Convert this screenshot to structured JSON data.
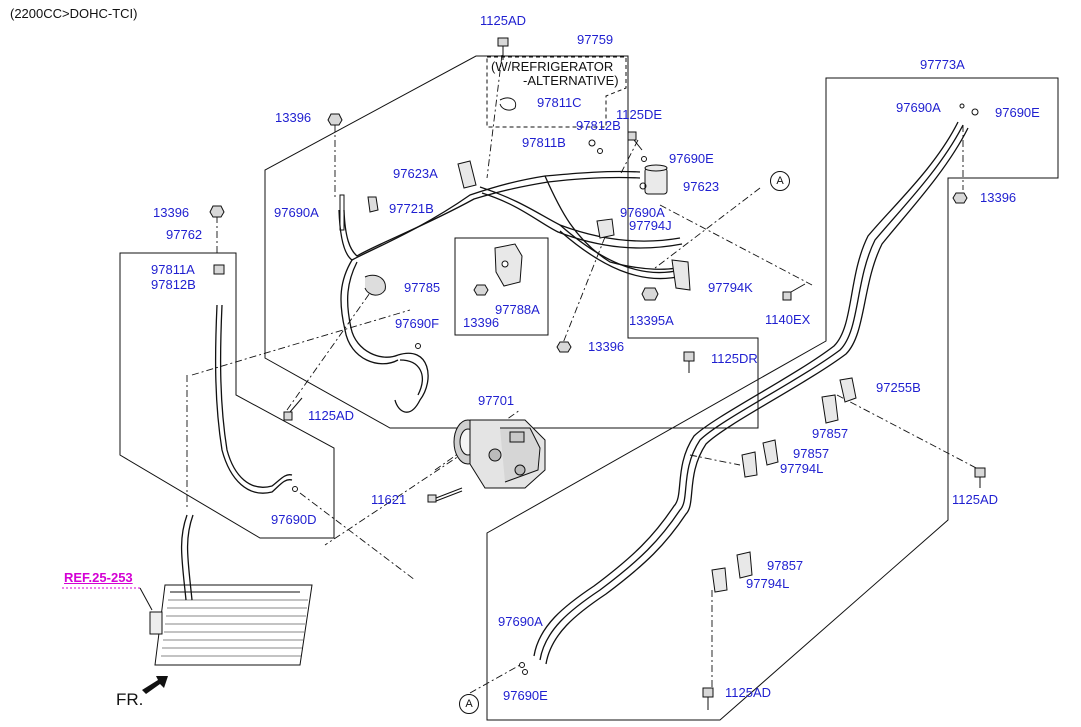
{
  "header": {
    "engine": "(2200CC>DOHC-TCI)"
  },
  "note": {
    "line1": "(W/REFRIGERATOR",
    "line2": "-ALTERNATIVE)"
  },
  "ref_link": "REF.25-253",
  "fr_label": "FR.",
  "callout_letter": "A",
  "colors": {
    "label": "#1f1fd0",
    "line": "#111111",
    "ref": "#d400d4"
  },
  "parts": {
    "p1125ad_top": "1125AD",
    "p97759": "97759",
    "p97811c": "97811C",
    "p13396_a": "13396",
    "p97812b_a": "97812B",
    "p1125de": "1125DE",
    "p97811b": "97811B",
    "p97623a": "97623A",
    "p97690e_a": "97690E",
    "p97623": "97623",
    "p13396_b": "13396",
    "p97690a_a": "97690A",
    "p97721b": "97721B",
    "p97690a_b": "97690A",
    "p97794j": "97794J",
    "p97762": "97762",
    "p97811a": "97811A",
    "p97812b_b": "97812B",
    "p97785": "97785",
    "p97794k": "97794K",
    "p97788a": "97788A",
    "p13396_c": "13396",
    "p13395a": "13395A",
    "p1140ex": "1140EX",
    "p97690f": "97690F",
    "p13396_d": "13396",
    "p1125dr": "1125DR",
    "p97701": "97701",
    "p1125ad_mid": "1125AD",
    "p11621": "11621",
    "p97690d": "97690D",
    "p97773a": "97773A",
    "p97690a_c": "97690A",
    "p97690e_b": "97690E",
    "p13396_e": "13396",
    "p97255b": "97255B",
    "p97857_a": "97857",
    "p97857_b": "97857",
    "p97794l_a": "97794L",
    "p1125ad_right": "1125AD",
    "p97857_c": "97857",
    "p97794l_b": "97794L",
    "p97690a_d": "97690A",
    "p97690e_c": "97690E",
    "p1125ad_bottom": "1125AD"
  }
}
